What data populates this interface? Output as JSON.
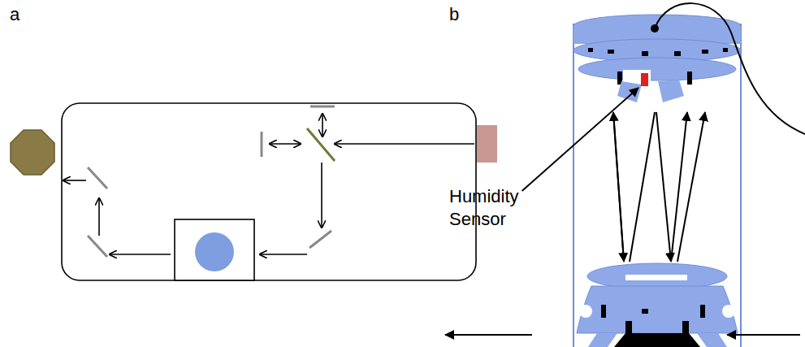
{
  "diagram": {
    "labels": [
      "a",
      "b",
      "Humidity Sensor"
    ]
  }
}
